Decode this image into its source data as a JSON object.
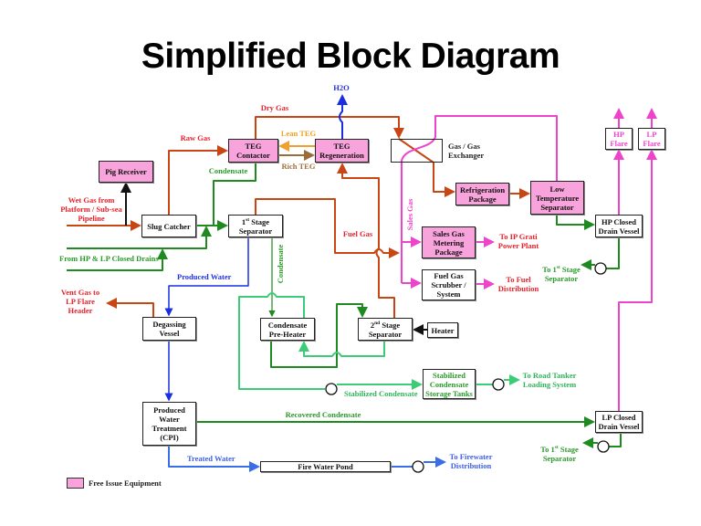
{
  "title": "Simplified Block Diagram",
  "equipment": {
    "pig_receiver": "Pig Receiver",
    "teg_contactor": "TEG\nContactor",
    "teg_regeneration": "TEG\nRegeneration",
    "gas_gas_exchanger": "",
    "gas_gas_exchanger_label": "Gas / Gas\nExchanger",
    "refrigeration_package": "Refrigeration\nPackage",
    "low_temperature_separator": "Low\nTemperature\nSeparator",
    "hp_flare": "HP\nFlare",
    "lp_flare": "LP\nFlare",
    "hp_closed_drain_vessel": "HP Closed\nDrain Vessel",
    "slug_catcher": "Slug Catcher",
    "first_stage_separator": {
      "num": "1",
      "sup": "st",
      "rest": " Stage",
      "line2": "Separator"
    },
    "sales_gas_metering_package": "Sales Gas\nMetering\nPackage",
    "fuel_gas_scrubber": "Fuel Gas\nScrubber /\nSystem",
    "degassing_vessel": "Degassing\nVessel",
    "condensate_preheater": "Condensate\nPre-Heater",
    "second_stage_separator": {
      "num": "2",
      "sup": "nd",
      "rest": " Stage",
      "line2": "Separator"
    },
    "heater": "Heater",
    "stabilized_condensate_storage_tanks": "Stabilized\nCondensate\nStorage Tanks",
    "produced_water_treatment": "Produced\nWater\nTreatment\n(CPI)",
    "lp_closed_drain_vessel": "LP Closed\nDrain Vessel",
    "fire_water_pond": "Fire Water Pond"
  },
  "stream_labels": {
    "h2o": "H2O",
    "dry_gas": "Dry Gas",
    "raw_gas": "Raw Gas",
    "lean_teg": "Lean TEG",
    "rich_teg": "Rich TEG",
    "condensate_teg": "Condensate",
    "wet_gas": "Wet Gas from\nPlatform / Sub-sea\nPipeline",
    "closed_drains": "From HP & LP Closed Drains",
    "produced_water": "Produced Water",
    "fuel_gas": "Fuel Gas",
    "condensate_vertical": "Condensate",
    "sales_gas": "Sales Gas",
    "to_ip_grati": "To IP Grati\nPower Plant",
    "to_fuel_distribution": "To Fuel\nDistribution",
    "to_first_stage_upper": {
      "pre": "To 1",
      "sup": "st",
      "rest": " Stage",
      "line2": "Separator"
    },
    "vent_gas": "Vent Gas to\nLP Flare\nHeader",
    "stabilized_condensate": "Stabilized Condensate",
    "to_road_tanker": "To Road Tanker\nLoading System",
    "recovered_condensate": "Recovered Condensate",
    "to_first_stage_lower": {
      "pre": "To 1",
      "sup": "st",
      "rest": " Stage",
      "line2": "Separator"
    },
    "treated_water": "Treated Water",
    "to_firewater": "To Firewater\nDistribution"
  },
  "legend": {
    "label": "Free Issue Equipment",
    "swatch_color": "#f9a3dc"
  },
  "colors": {
    "free_issue_fill": "#f9a3dc",
    "gas_line": "#c84614",
    "condensate_line": "#1f8a1f",
    "stabilized_condensate_line": "#3ccc78",
    "water_line": "#1a2ee0",
    "treated_water_line": "#3a6ee8",
    "sales_gas_line": "#ee44cc",
    "lean_teg_line": "#f0a030",
    "rich_teg_line": "#9c6b3a"
  }
}
